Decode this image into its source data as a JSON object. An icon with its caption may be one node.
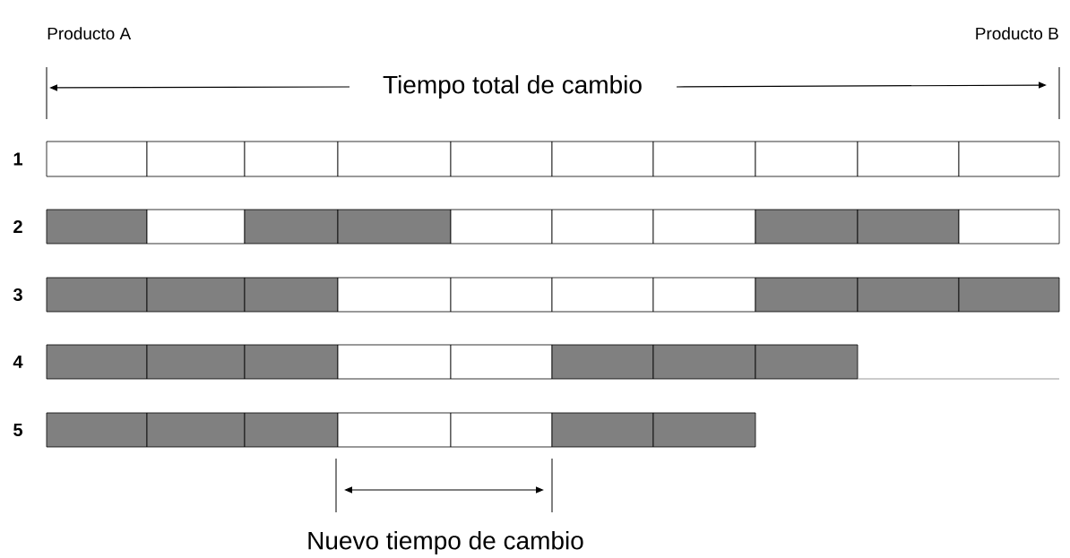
{
  "diagram": {
    "labels": [
      "Producto A",
      "Producto B",
      "Tiempo total de cambio",
      "1",
      "2",
      "3",
      "4",
      "5",
      "Nuevo tiempo de cambio"
    ]
  }
}
